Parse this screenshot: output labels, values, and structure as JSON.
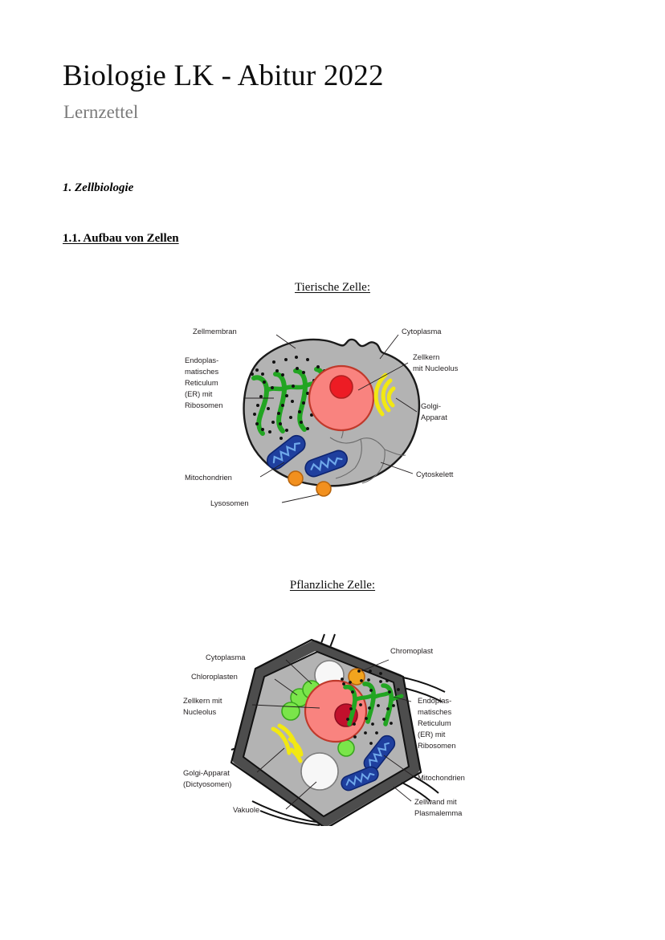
{
  "document": {
    "title": "Biologie LK - Abitur 2022",
    "subtitle": "Lernzettel",
    "section_heading": "1. Zellbiologie",
    "subsection_heading": "1.1. Aufbau von Zellen"
  },
  "figures": [
    {
      "id": "animal-cell",
      "caption": "Tierische Zelle:",
      "labels": {
        "zellmembran": "Zellmembran",
        "cytoplasma": "Cytoplasma",
        "er_line1": "Endoplas-",
        "er_line2": "matisches",
        "er_line3": "Reticulum",
        "er_line4": "(ER) mit",
        "er_line5": "Ribosomen",
        "zellkern_line1": "Zellkern",
        "zellkern_line2": "mit Nucleolus",
        "golgi_line1": "Golgi-",
        "golgi_line2": "Apparat",
        "cytoskelett": "Cytoskelett",
        "mitochondrien": "Mitochondrien",
        "lysosomen": "Lysosomen"
      },
      "colors": {
        "cytoplasm": "#b3b3b3",
        "membrane_outline": "#1a1a1a",
        "nucleus": "#f9837f",
        "nucleolus": "#ed1c24",
        "er": "#22a522",
        "ribosome": "#111111",
        "golgi": "#f2e812",
        "mitochondria": "#1f3f9e",
        "mitochondria_cristae": "#6fa8ea",
        "lysosome": "#f2901e",
        "cytoskeleton": "#6b6b6b"
      }
    },
    {
      "id": "plant-cell",
      "caption": "Pflanzliche Zelle:",
      "labels": {
        "cytoplasma": "Cytoplasma",
        "chromoplast": "Chromoplast",
        "chloroplasten": "Chloroplasten",
        "zellkern_line1": "Zellkern mit",
        "zellkern_line2": "Nucleolus",
        "er_line1": "Endoplas-",
        "er_line2": "matisches",
        "er_line3": "Reticulum",
        "er_line4": "(ER) mit",
        "er_line5": "Ribosomen",
        "golgi_line1": "Golgi-Apparat",
        "golgi_line2": "(Dictyosomen)",
        "mitochondrien": "Mitochondrien",
        "vakuole": "Vakuole",
        "zellwand_line1": "Zellwand mit",
        "zellwand_line2": "Plasmalemma"
      },
      "colors": {
        "cytoplasm": "#b3b3b3",
        "cell_wall": "#4d4d4d",
        "wall_outline": "#111111",
        "nucleus": "#f9837f",
        "nucleolus": "#c2102c",
        "er": "#22a522",
        "ribosome": "#111111",
        "golgi": "#f2e812",
        "mitochondria": "#1f3f9e",
        "mitochondria_cristae": "#6fa8ea",
        "chloroplast": "#7ae54a",
        "chromoplast": "#f2a41e",
        "vacuole": "#f7f7f7"
      }
    }
  ]
}
